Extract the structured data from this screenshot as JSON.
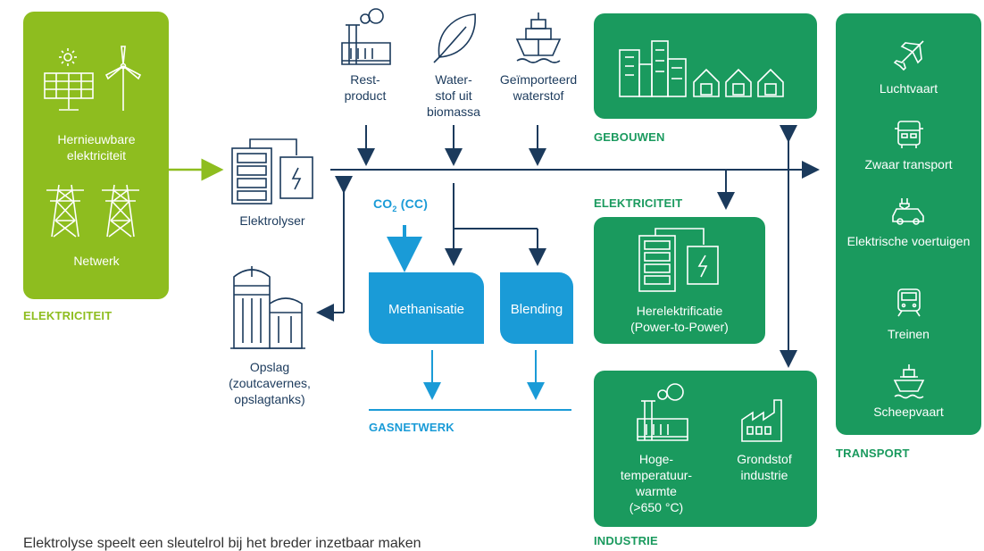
{
  "left_panel": {
    "label_renewable": "Hernieuwbare elektriciteit",
    "label_network": "Netwerk",
    "section_title": "ELEKTRICITEIT"
  },
  "inputs": {
    "rest_product": "Rest-\nproduct",
    "hydrogen_biomass": "Water-\nstof uit\nbiomassa",
    "imported_hydrogen": "Geïmporteerd\nwaterstof"
  },
  "electrolyser": {
    "label": "Elektrolyser"
  },
  "co2": {
    "label": "CO",
    "subscript": "2",
    "suffix": " (CC)"
  },
  "storage": {
    "label": "Opslag\n(zoutcavernes,\nopslagtanks)"
  },
  "processes": {
    "methanation": "Methanisatie",
    "blending": "Blending"
  },
  "gas_network": {
    "title": "GASNETWERK"
  },
  "buildings": {
    "title": "GEBOUWEN"
  },
  "electricity_right": {
    "title": "ELEKTRICITEIT",
    "label": "Herelektrificatie\n(Power-to-Power)"
  },
  "industry": {
    "title": "INDUSTRIE",
    "high_temp": "Hoge-\ntemperatuur-\nwarmte\n(>650 °C)",
    "feedstock": "Grondstof\nindustrie"
  },
  "transport": {
    "title": "TRANSPORT",
    "items": [
      "Luchtvaart",
      "Zwaar transport",
      "Elektrische voertuigen",
      "Treinen",
      "Scheepvaart"
    ]
  },
  "caption": "Elektrolyse speelt een sleutelrol bij het breder inzetbaar maken",
  "colors": {
    "lime": "#8ebd1f",
    "green": "#1a9a5e",
    "blue": "#1a9bd7",
    "navy": "#1b3a5c"
  }
}
